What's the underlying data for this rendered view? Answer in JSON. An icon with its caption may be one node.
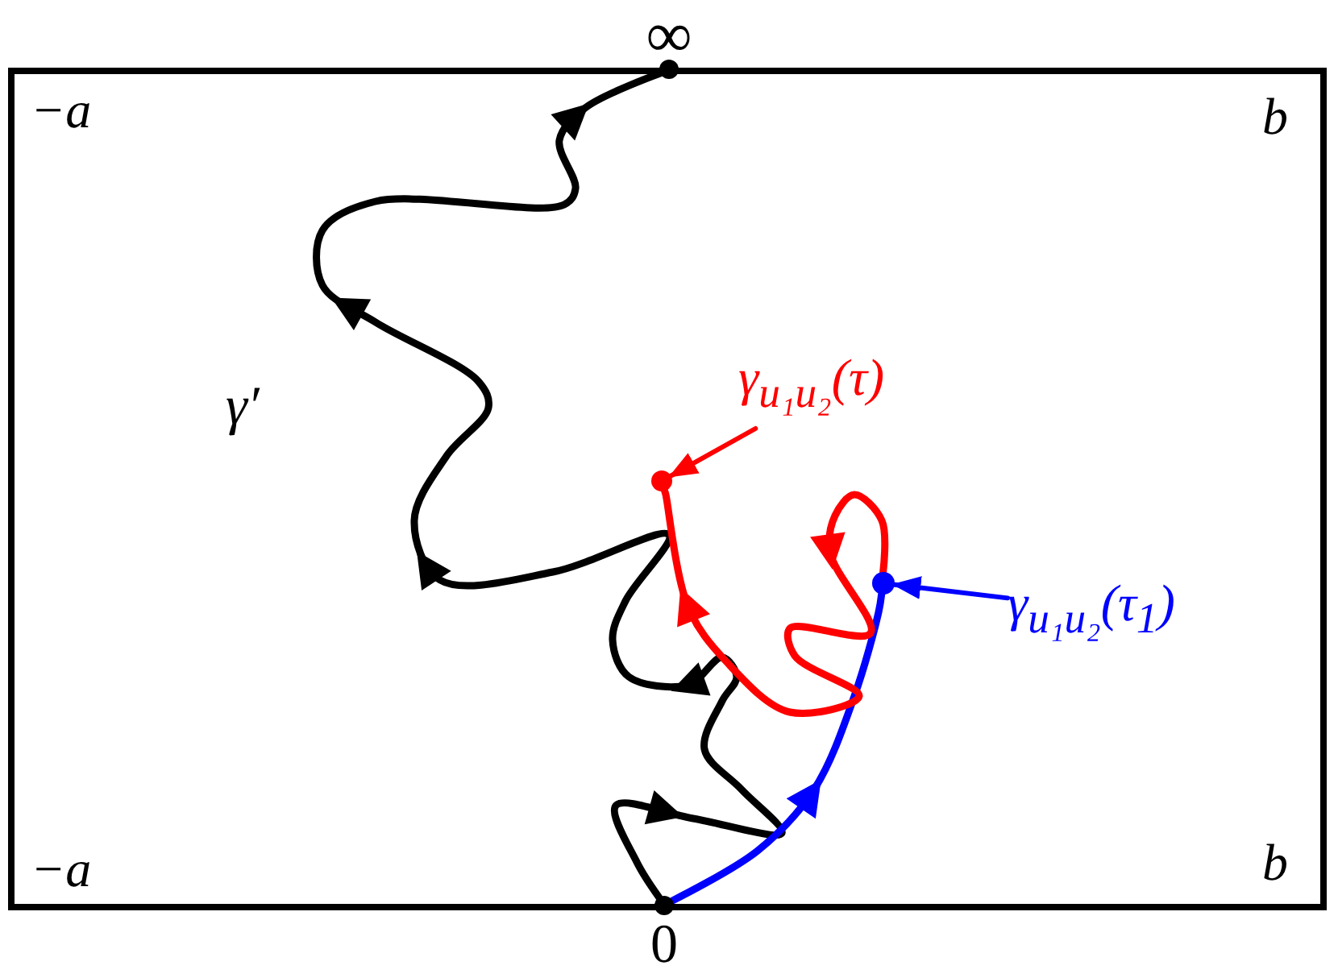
{
  "diagram": {
    "nodes": [
      {
        "text": [
          "−a",
          "b",
          "−a",
          "b"
        ]
      },
      {
        "text": [
          "∞"
        ]
      },
      {
        "text": [
          "0"
        ]
      },
      {
        "text": [],
        "shape": "circle",
        "in": 0
      },
      {
        "text": [],
        "shape": "circle",
        "in": 0
      },
      {
        "text": [
          "γ$_{u₁u₂}$(τ)"
        ],
        "in": 0
      },
      {
        "text": [
          "γ$_{u₁u₂}$(τ$_{1}$)"
        ],
        "in": 0
      }
    ],
    "edges": [
      {
        "from": 2,
        "to": 1,
        "arrow": "to",
        "color": "#000000"
      },
      {
        "from": 2,
        "to": 4,
        "arrow": "to",
        "color": "#0000ff"
      },
      {
        "from": 4,
        "to": 3,
        "arrow": "to",
        "color": "#ff0000"
      },
      {
        "from": 5,
        "to": 3,
        "arrow": "to",
        "color": "#ff0000"
      },
      {
        "from": 6,
        "to": 4,
        "arrow": "to",
        "color": "#0000ff"
      }
    ],
    "labels": [
      "γ′"
    ]
  }
}
